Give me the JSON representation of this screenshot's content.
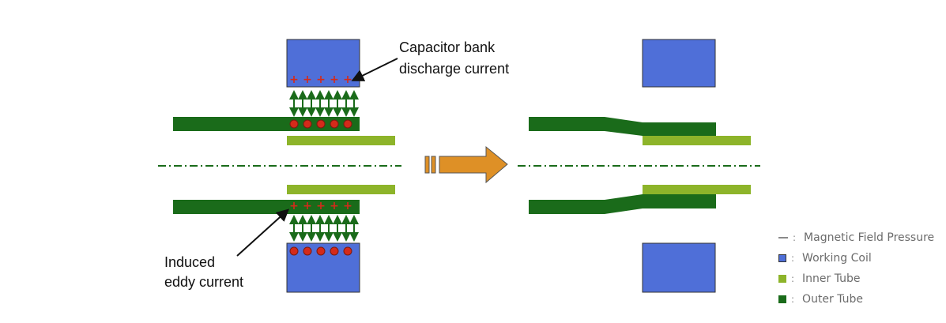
{
  "labels": {
    "capacitor_line1": "Capacitor bank",
    "capacitor_line2": "discharge current",
    "eddy_line1": "Induced",
    "eddy_line2": "eddy current"
  },
  "legend": {
    "items": [
      {
        "key": "magnetic",
        "label": "Magnetic Field Pressure",
        "color": "#8a8a8a"
      },
      {
        "key": "coil",
        "label": "Working Coil",
        "color": "#4f6fd8"
      },
      {
        "key": "inner",
        "label": "Inner Tube",
        "color": "#8db42a"
      },
      {
        "key": "outer",
        "label": "Outer Tube",
        "color": "#1a6b1a"
      }
    ],
    "separator": ":"
  },
  "colors": {
    "coil": "#4f6fd8",
    "outer_tube": "#1a6b1a",
    "inner_tube": "#8db42a",
    "arrow_fill": "#de9026",
    "pressure_arrows": "#1a6b1a",
    "current_marks": "#d42a1a",
    "centerline": "#1a6b1a"
  },
  "marks": {
    "plus": "+",
    "count_per_row": 5
  }
}
